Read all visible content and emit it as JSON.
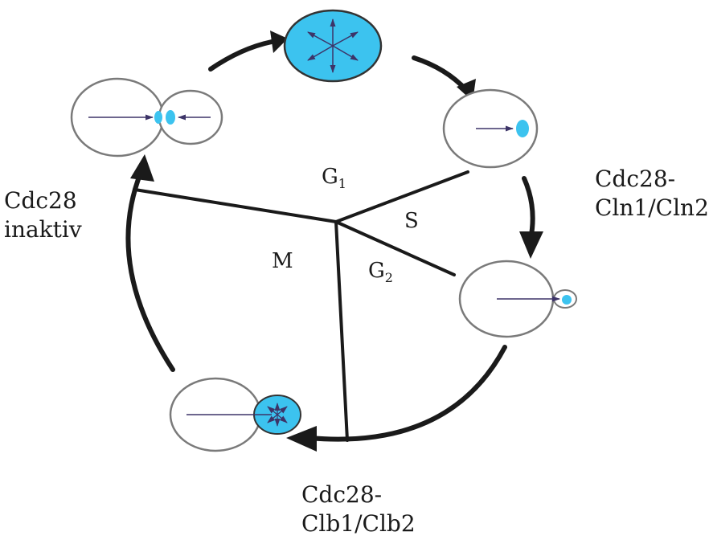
{
  "colors": {
    "nucleus": "#3cc3ef",
    "stroke": "#1a1a1a",
    "cell_stroke": "#7a7a7a",
    "arrow_line": "#3d3468"
  },
  "phases": {
    "g1": {
      "letter": "G",
      "sub": "1"
    },
    "s": {
      "letter": "S"
    },
    "g2": {
      "letter": "G",
      "sub": "2"
    },
    "m": {
      "letter": "M"
    }
  },
  "labels": {
    "cln": {
      "line1": "Cdc28-",
      "line2": "Cln1/Cln2"
    },
    "clb": {
      "line1": "Cdc28-",
      "line2": "Clb1/Clb2"
    },
    "inactive": {
      "line1": "Cdc28",
      "line2": "inaktiv"
    }
  },
  "icons": [
    "curved-arrow-icon",
    "spindle-arrows-icon",
    "nucleus-icon"
  ]
}
